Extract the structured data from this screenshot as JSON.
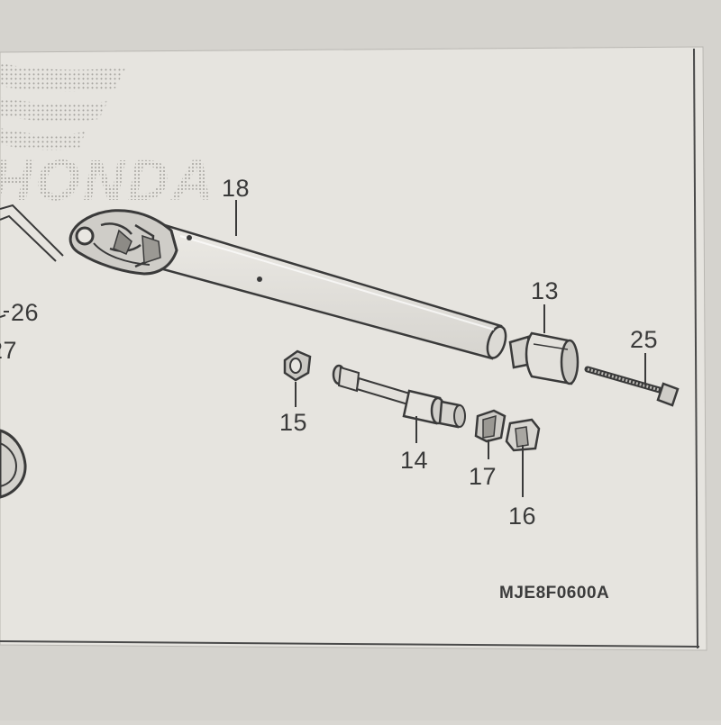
{
  "diagram": {
    "watermark_text": "HONDA",
    "callouts": {
      "c18": "18",
      "c13": "13",
      "c25": "25",
      "c26": "26",
      "c27": "27",
      "c15": "15",
      "c14": "14",
      "c17": "17",
      "c16": "16"
    },
    "diagram_code": "MJE8F0600A"
  },
  "colors": {
    "paper": "#e6e4df",
    "line": "#3a3a3a",
    "background": "#d9d7d2"
  }
}
